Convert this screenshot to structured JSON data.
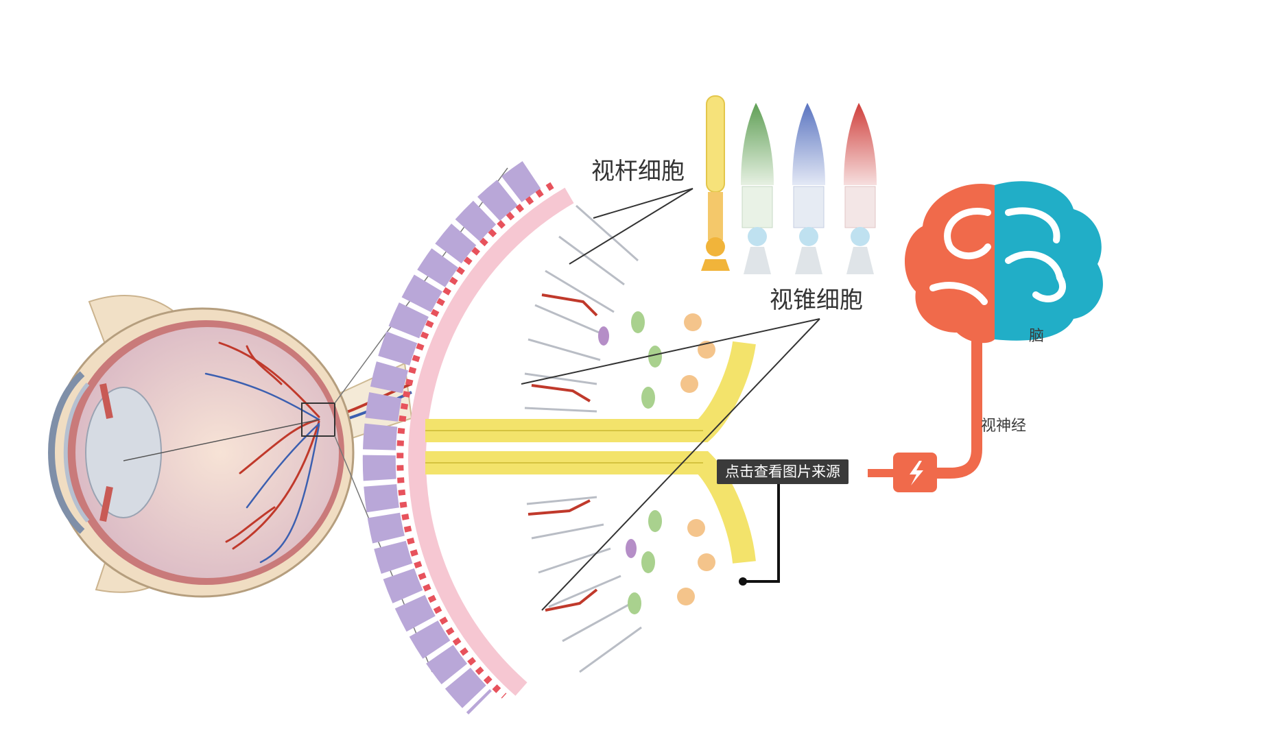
{
  "labels": {
    "rod_cells": "视杆细胞",
    "cone_cells": "视锥细胞",
    "brain": "脑",
    "optic_nerve": "视神经"
  },
  "tooltip": {
    "text": "点击查看图片来源"
  },
  "colors": {
    "nerve": "#f06a4b",
    "brain_left": "#f06a4b",
    "brain_right": "#21aec7",
    "nerve_fiber": "#f3e36b",
    "photoreceptor_layer": "#f6c7d2",
    "pigment_cells": "#b9a7d8",
    "cone_green": "#6fae67",
    "cone_blue": "#6e86c9",
    "cone_red": "#d9534f",
    "rod_yellow": "#f3d34a"
  },
  "icons": {
    "signal": "lightning-icon"
  }
}
